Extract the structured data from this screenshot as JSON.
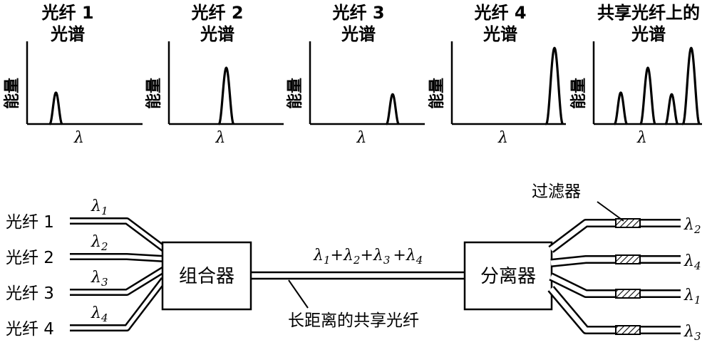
{
  "spectra": [
    {
      "title_line1": "光纤 1",
      "title_line2": "光谱",
      "ylabel": "能量",
      "xlabel": "λ",
      "peaks": [
        {
          "position": 0.25,
          "height": 0.38
        }
      ]
    },
    {
      "title_line1": "光纤 2",
      "title_line2": "光谱",
      "ylabel": "能量",
      "xlabel": "λ",
      "peaks": [
        {
          "position": 0.5,
          "height": 0.68
        }
      ]
    },
    {
      "title_line1": "光纤 3",
      "title_line2": "光谱",
      "ylabel": "能量",
      "xlabel": "λ",
      "peaks": [
        {
          "position": 0.72,
          "height": 0.36
        }
      ]
    },
    {
      "title_line1": "光纤 4",
      "title_line2": "光谱",
      "ylabel": "能量",
      "xlabel": "λ",
      "peaks": [
        {
          "position": 0.9,
          "height": 0.92
        }
      ]
    },
    {
      "title_line1": "共享光纤上的",
      "title_line2": "光谱",
      "ylabel": "能量",
      "xlabel": "λ",
      "peaks": [
        {
          "position": 0.25,
          "height": 0.38
        },
        {
          "position": 0.5,
          "height": 0.68
        },
        {
          "position": 0.72,
          "height": 0.36
        },
        {
          "position": 0.9,
          "height": 0.92
        }
      ]
    }
  ],
  "diagram": {
    "combiner_label": "组合器",
    "splitter_label": "分离器",
    "shared_fiber_label": "长距离的共享光纤",
    "filter_label": "过滤器",
    "combined_signal": {
      "sym": "λ",
      "parts": [
        "1",
        "2",
        "3",
        "4"
      ],
      "plus": "+"
    },
    "input_fibers": [
      {
        "label": "光纤 1",
        "lambda_sym": "λ",
        "lambda_sub": "1"
      },
      {
        "label": "光纤 2",
        "lambda_sym": "λ",
        "lambda_sub": "2"
      },
      {
        "label": "光纤 3",
        "lambda_sym": "λ",
        "lambda_sub": "3"
      },
      {
        "label": "光纤 4",
        "lambda_sym": "λ",
        "lambda_sub": "4"
      }
    ],
    "outputs": [
      {
        "lambda_sym": "λ",
        "lambda_sub": "2"
      },
      {
        "lambda_sym": "λ",
        "lambda_sub": "4"
      },
      {
        "lambda_sym": "λ",
        "lambda_sub": "1"
      },
      {
        "lambda_sym": "λ",
        "lambda_sub": "3"
      }
    ]
  }
}
